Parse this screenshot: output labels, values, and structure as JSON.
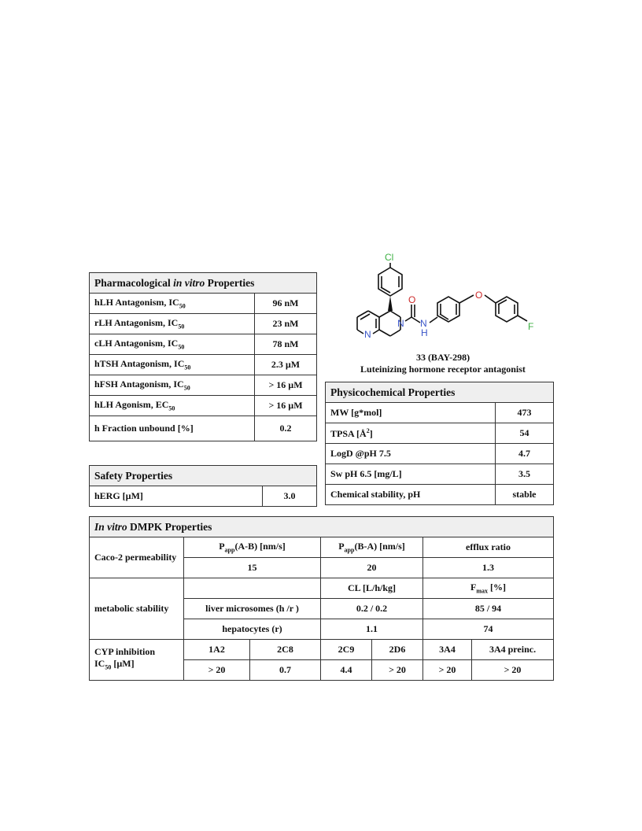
{
  "pharm": {
    "title_prefix": "Pharmacological ",
    "title_italic": "in vitro",
    "title_suffix": "  Properties",
    "rows": [
      {
        "label": "hLH Antagonism, IC",
        "sub": "50",
        "value": "96 nM"
      },
      {
        "label": "rLH Antagonism, IC",
        "sub": "50",
        "value": "23  nM"
      },
      {
        "label": "cLH Antagonism, IC",
        "sub": "50",
        "value": "78 nM"
      },
      {
        "label": "hTSH Antagonism, IC",
        "sub": "50",
        "value": "2.3 µM"
      },
      {
        "label": "hFSH  Antagonism, IC",
        "sub": "50",
        "value": "> 16 µM"
      },
      {
        "label": "hLH Agonism, EC",
        "sub": "50",
        "value": "> 16 µM"
      },
      {
        "label": "h Fraction unbound  [%]",
        "sub": "",
        "value": "0.2"
      }
    ]
  },
  "safety": {
    "title": "Safety Properties",
    "label": "hERG [µM]",
    "value": "3.0"
  },
  "molecule": {
    "atoms": {
      "cl": "Cl",
      "o_carbonyl": "O",
      "n_amide": "N",
      "nh_n": "N",
      "nh_h": "H",
      "n_pyridine": "N",
      "o_ether": "O",
      "f": "F"
    },
    "compound_label": "33 (BAY-298)",
    "description": "Luteinizing hormone receptor antagonist"
  },
  "physchem": {
    "title": "Physicochemical Properties",
    "rows": [
      {
        "label": "MW [g*mol]",
        "value": "473"
      },
      {
        "label": "TPSA [Å",
        "sup": "2",
        "label_end": "]",
        "value": "54"
      },
      {
        "label": "LogD @pH 7.5",
        "value": "4.7"
      },
      {
        "label": "Sw pH 6.5 [mg/L]",
        "value": "3.5"
      },
      {
        "label": "Chemical stability,  pH",
        "value": "stable"
      }
    ]
  },
  "dmpk": {
    "title_italic": "In vitro",
    "title_rest": " DMPK Properties",
    "caco": {
      "label": "Caco-2 permeability",
      "papp_ab": "P",
      "papp_ab_sub": "app",
      "papp_ab_rest": "(A-B) [nm/s]",
      "papp_ba": "P",
      "papp_ba_sub": "app",
      "papp_ba_rest": "(B-A) [nm/s]",
      "efflux_label": "efflux ratio",
      "ab_value": "15",
      "ba_value": "20",
      "efflux_value": "1.3"
    },
    "metab": {
      "label": "metabolic stability",
      "cl_label": "CL [L/h/kg]",
      "fmax_label": "F",
      "fmax_sub": "max",
      "fmax_rest": " [%]",
      "micro_label": "liver microsomes (h /r )",
      "micro_cl": "0.2 / 0.2",
      "micro_fmax": "85 / 94",
      "hep_label": "hepatocytes (r)",
      "hep_cl": "1.1",
      "hep_fmax": "74"
    },
    "cyp": {
      "label": "CYP inhibition",
      "label2": "IC",
      "label2_sub": "50",
      "label2_rest": " [µM]",
      "headers": [
        "1A2",
        "2C8",
        "2C9",
        "2D6",
        "3A4",
        "3A4 preinc."
      ],
      "values": [
        "> 20",
        "0.7",
        "4.4",
        "> 20",
        "> 20",
        "> 20"
      ]
    }
  }
}
